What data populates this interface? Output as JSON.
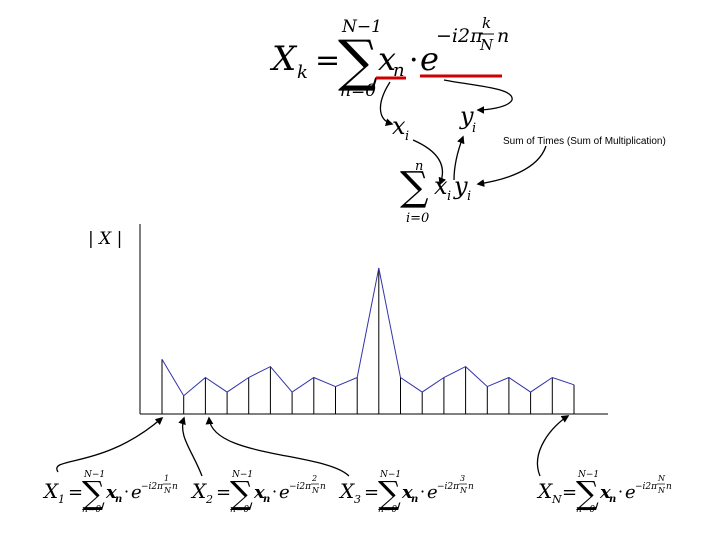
{
  "formula": {
    "X": "X",
    "k": "k",
    "eq": "=",
    "sigma": "∑",
    "upper": "N−1",
    "lower": "n=0",
    "x": "x",
    "n": "n",
    "dot": "·",
    "e": "e",
    "exp_left": "−i2π",
    "exp_num": "k",
    "exp_den": "N",
    "exp_right": "n",
    "underline_color": "#cc0000"
  },
  "mapping": {
    "x": "x",
    "i": "i",
    "y": "y"
  },
  "sum_of_products": {
    "sigma": "∑",
    "upper": "n",
    "lower": "i=0",
    "xi": "x",
    "i": "i",
    "yi": "y"
  },
  "annotation": "Sum of Times (Sum of Multiplication)",
  "chart_data": {
    "type": "line",
    "ylabel": "| X |",
    "stems": true,
    "series_color": "#3333aa",
    "values": [
      30,
      10,
      20,
      12,
      20,
      26,
      12,
      20,
      15,
      20,
      80,
      20,
      12,
      20,
      26,
      15,
      20,
      12,
      20,
      16
    ]
  },
  "bottom_formulas": [
    {
      "X": "X",
      "sub": "1",
      "num": "1"
    },
    {
      "X": "X",
      "sub": "2",
      "num": "2"
    },
    {
      "X": "X",
      "sub": "3",
      "num": "3"
    },
    {
      "X": "X",
      "sub": "N",
      "num": "N"
    }
  ],
  "small": {
    "eq": "=",
    "sigma": "∑",
    "upper": "N−1",
    "lower": "n=0",
    "x": "x",
    "n": "n",
    "dot": "·",
    "e": "e",
    "exp_left": "−i2π",
    "den": "N",
    "exp_right": "n"
  }
}
